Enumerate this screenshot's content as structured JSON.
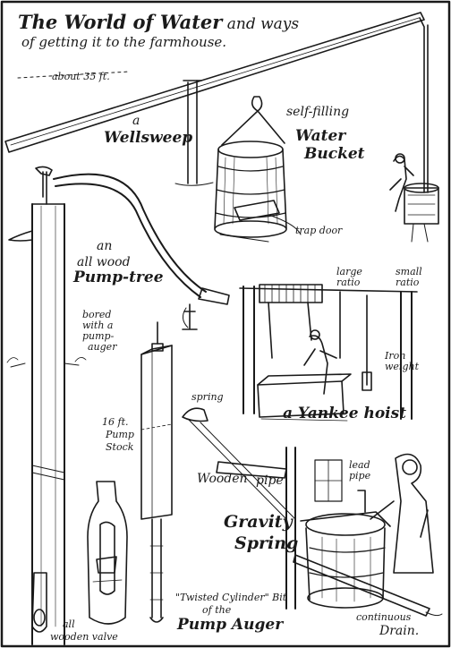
{
  "title": {
    "line1_big": "The World of Water",
    "line1_rest": " and ways",
    "line2": "of getting it to the farmhouse."
  },
  "labels": {
    "distance": "about 35 ft.",
    "a1": "a",
    "wellsweep": "Wellsweep",
    "self_filling": "self-filling",
    "water": "Water",
    "bucket": "Bucket",
    "trap_door": "trap door",
    "an": "an",
    "all_wood": "all wood",
    "pump_tree": "Pump-tree",
    "bored1": "bored",
    "bored2": "with a",
    "bored3": "pump-",
    "bored4": "auger",
    "large_ratio1": "large",
    "large_ratio2": "ratio",
    "small_ratio1": "small",
    "small_ratio2": "ratio",
    "iron_weight1": "Iron",
    "iron_weight2": "weight",
    "yankee_hoist": "a Yankee hoist",
    "spring": "spring",
    "stock1": "16 ft.",
    "stock2": "Pump",
    "stock3": "Stock",
    "wooden": "Wooden",
    "pipe": "pipe",
    "lead_pipe1": "lead",
    "lead_pipe2": "pipe",
    "gravity": "Gravity",
    "spring2": "Spring",
    "twisted": "\"Twisted Cylinder\" Bit",
    "of_the": "of the",
    "pump_auger": "Pump Auger",
    "valve1": "all",
    "valve2": "wooden valve",
    "continuous": "continuous",
    "drain": "Drain."
  }
}
